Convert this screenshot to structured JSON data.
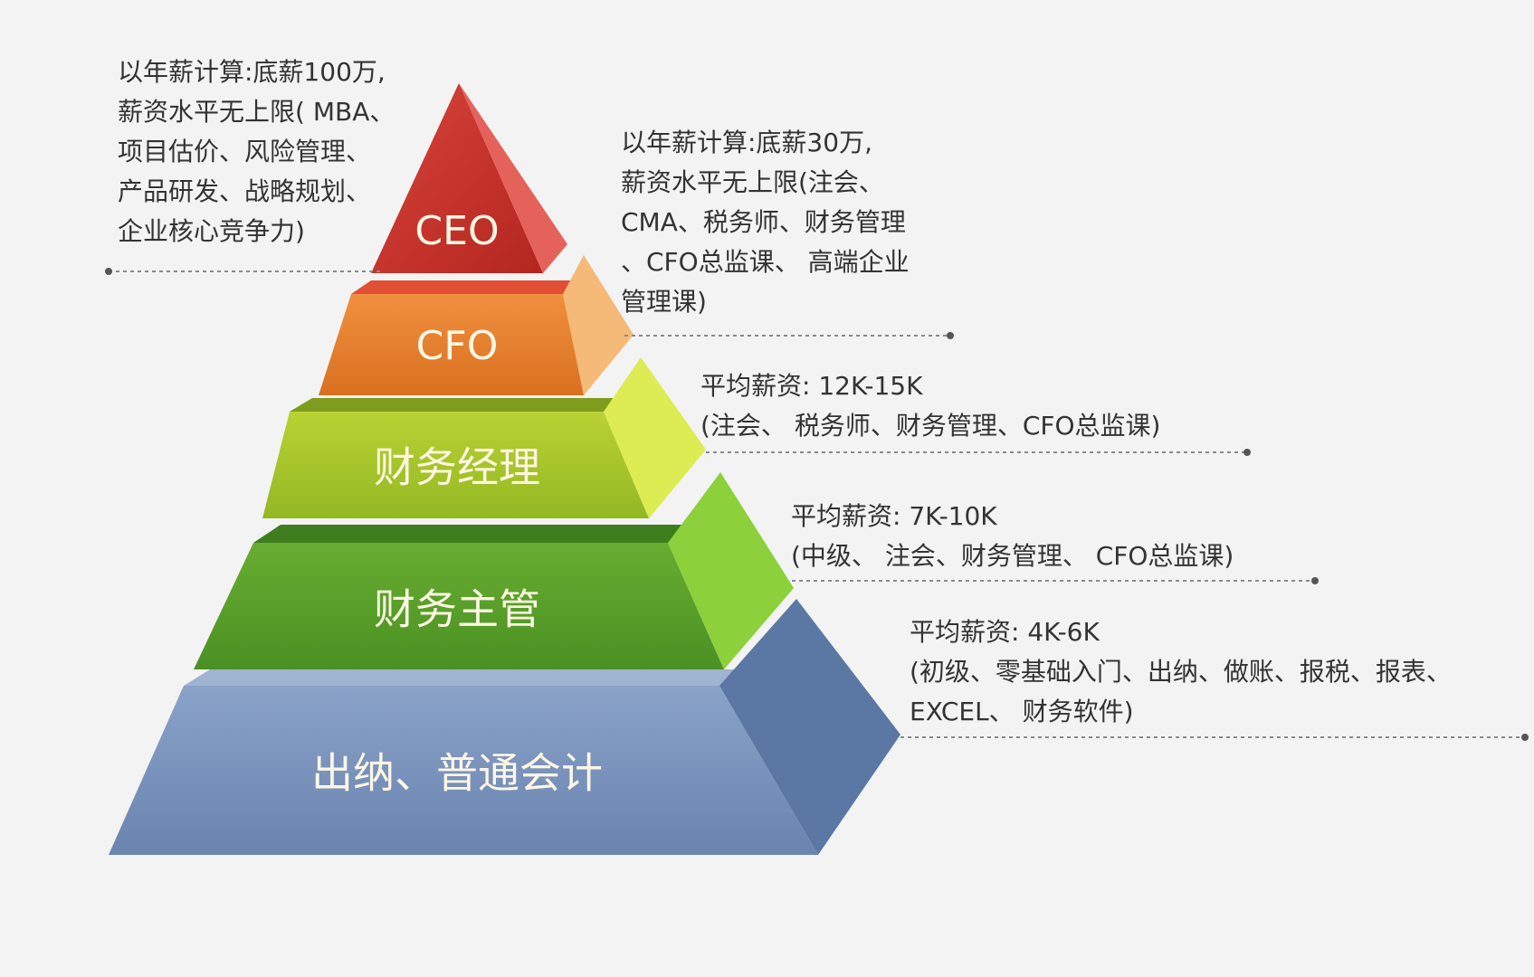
{
  "levels": [
    {
      "id": "ceo",
      "label": "CEO",
      "color_front": "#c9302a",
      "color_side": "#e3574e",
      "note": [
        "以年薪计算:底薪100万,",
        "薪资水平无上限( MBA、",
        "项目估价、风险管理、",
        "产品研发、战略规划、",
        "企业核心竞争力)"
      ]
    },
    {
      "id": "cfo",
      "label": "CFO",
      "color_front": "#e67e2a",
      "color_side": "#f4b874",
      "note": [
        "以年薪计算:底薪30万,",
        "薪资水平无上限(注会、",
        "CMA、税务师、财务管理",
        "、CFO总监课、 高端企业",
        "管理课)"
      ]
    },
    {
      "id": "finance-manager",
      "label": "财务经理",
      "color_front": "#a9c82a",
      "color_side": "#d7e84d",
      "note": [
        "平均薪资: 12K-15K",
        "(注会、 税务师、财务管理、CFO总监课)"
      ]
    },
    {
      "id": "finance-supervisor",
      "label": "财务主管",
      "color_front": "#5aa02c",
      "color_side": "#8ccd3c",
      "note": [
        "平均薪资: 7K-10K",
        "(中级、 注会、财务管理、 CFO总监课)"
      ]
    },
    {
      "id": "cashier-accountant",
      "label": "出纳、普通会计",
      "color_front": "#7a93bc",
      "color_side": "#5c7aa6",
      "note": [
        "平均薪资: 4K-6K",
        "(初级、零基础入门、出纳、做账、报税、报表、",
        "EXCEL、 财务软件)"
      ]
    }
  ],
  "colors": {
    "background": "#f3f3f3",
    "text": "#333333",
    "label_text": "#fdf6e3",
    "leader_line": "#8a8a8a"
  }
}
